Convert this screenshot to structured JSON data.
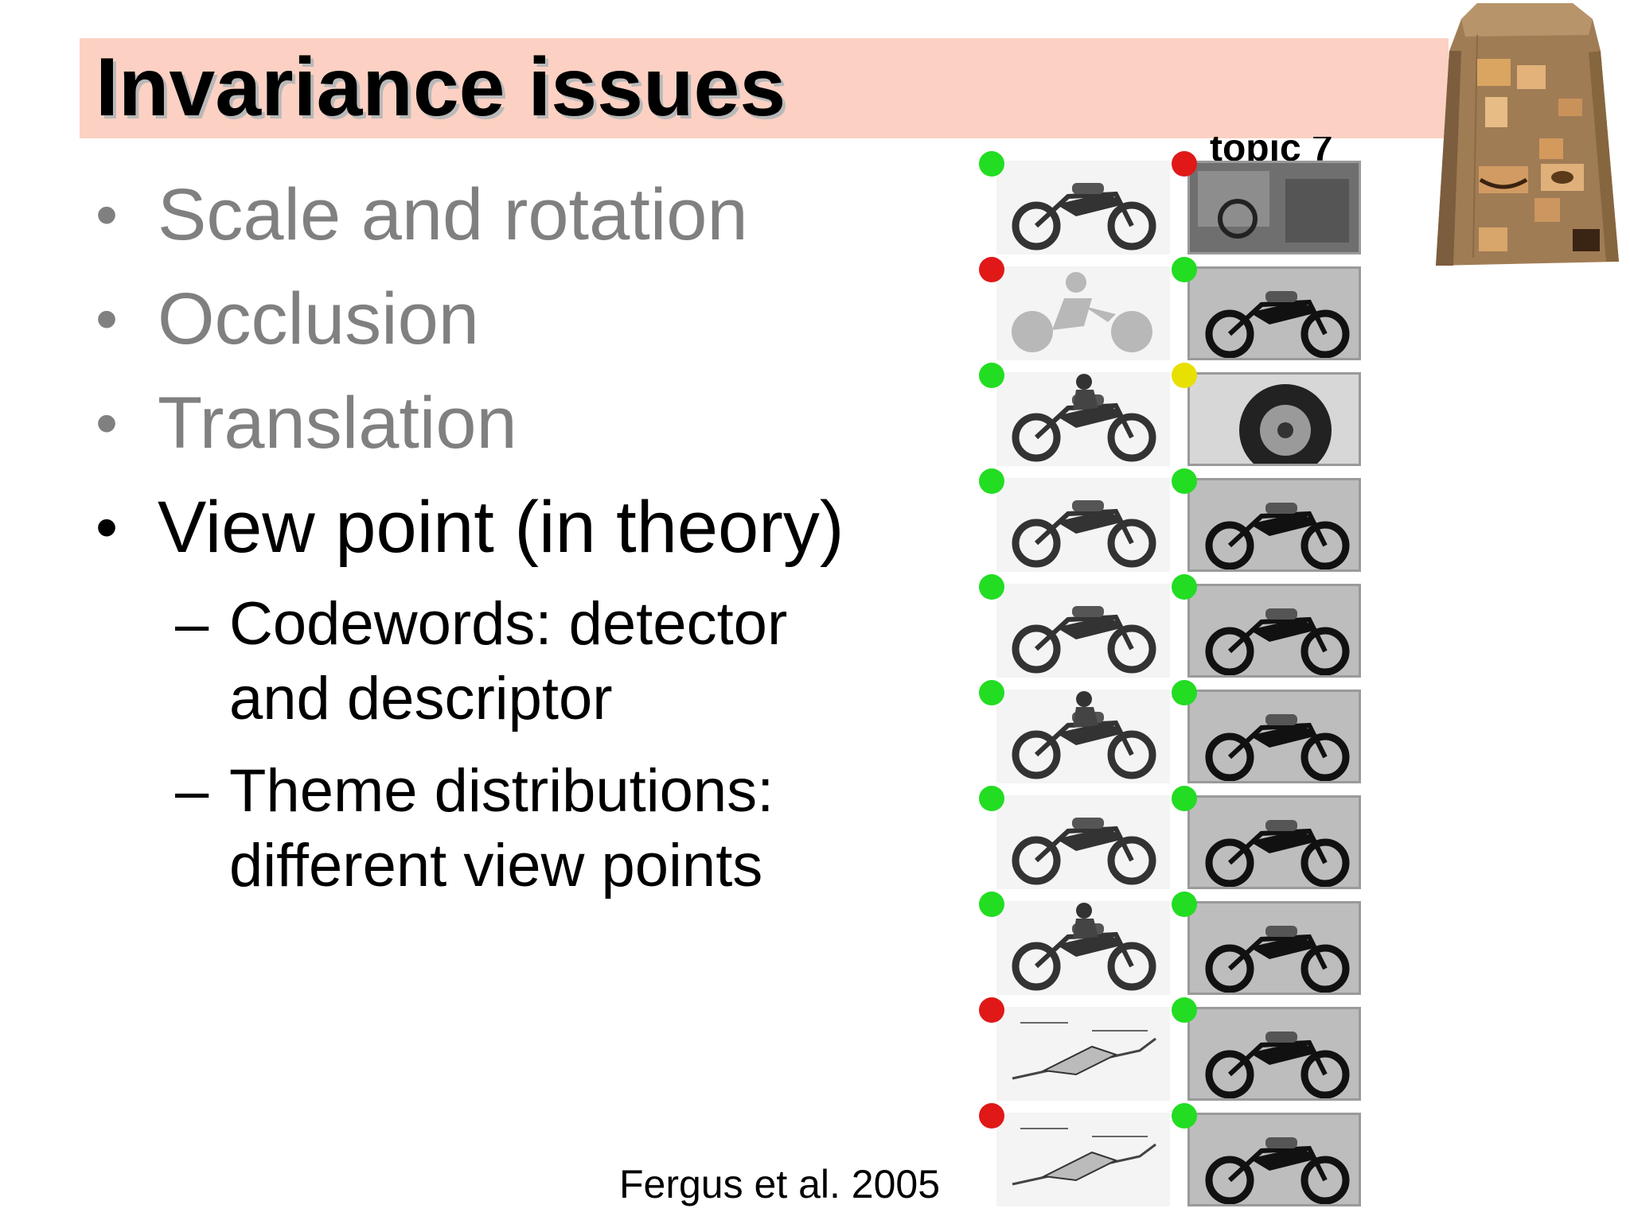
{
  "slide": {
    "title": "Invariance issues",
    "bullets": [
      {
        "label": "Scale and rotation",
        "state": "dim"
      },
      {
        "label": "Occlusion",
        "state": "dim"
      },
      {
        "label": "Translation",
        "state": "dim"
      },
      {
        "label": "View point (in theory)",
        "state": "active"
      }
    ],
    "bullet_glyph": "•",
    "subbullets": [
      {
        "dash": "–",
        "text": "Codewords: detector and descriptor"
      },
      {
        "dash": "–",
        "text": "Theme distributions: different view points"
      }
    ],
    "citation": "Fergus et al. 2005"
  },
  "figure": {
    "header_text": "topic 7",
    "marker_colors": {
      "green": "#22dd22",
      "red": "#e01818",
      "yellow": "#e8e000"
    },
    "left_column": [
      {
        "icon": "motorcycle-photo-icon",
        "marker": "green"
      },
      {
        "icon": "motorcycle-pictogram-icon",
        "marker": "red"
      },
      {
        "icon": "motorcycle-rider-photo-icon",
        "marker": "green"
      },
      {
        "icon": "motorcycle-photo-icon",
        "marker": "green"
      },
      {
        "icon": "scooter-photo-icon",
        "marker": "green"
      },
      {
        "icon": "motorcycle-rider-photo-icon",
        "marker": "green"
      },
      {
        "icon": "sport-motorcycle-photo-icon",
        "marker": "green"
      },
      {
        "icon": "motorcycle-rider-photo-icon",
        "marker": "green"
      },
      {
        "icon": "sketch-motorcycle-icon",
        "marker": "red"
      },
      {
        "icon": "sketch-motorcycle-icon",
        "marker": "red"
      }
    ],
    "right_column": [
      {
        "icon": "street-scene-photo-icon",
        "marker": "red"
      },
      {
        "icon": "motorcycle-closeup-photo-icon",
        "marker": "green"
      },
      {
        "icon": "wheel-closeup-photo-icon",
        "marker": "yellow"
      },
      {
        "icon": "motorcycle-photo-icon",
        "marker": "green"
      },
      {
        "icon": "motorcycle-photo-icon",
        "marker": "green"
      },
      {
        "icon": "motorcycle-photo-icon",
        "marker": "green"
      },
      {
        "icon": "motorcycle-photo-icon",
        "marker": "green"
      },
      {
        "icon": "motorcycle-photo-icon",
        "marker": "green"
      },
      {
        "icon": "motorcycle-photo-icon",
        "marker": "green"
      },
      {
        "icon": "dirt-bike-photo-icon",
        "marker": "green"
      }
    ]
  },
  "logo": {
    "icon": "paper-bag-of-face-parts-icon",
    "bag_color": "#9b7a55",
    "patch_color": "#d9a560"
  }
}
